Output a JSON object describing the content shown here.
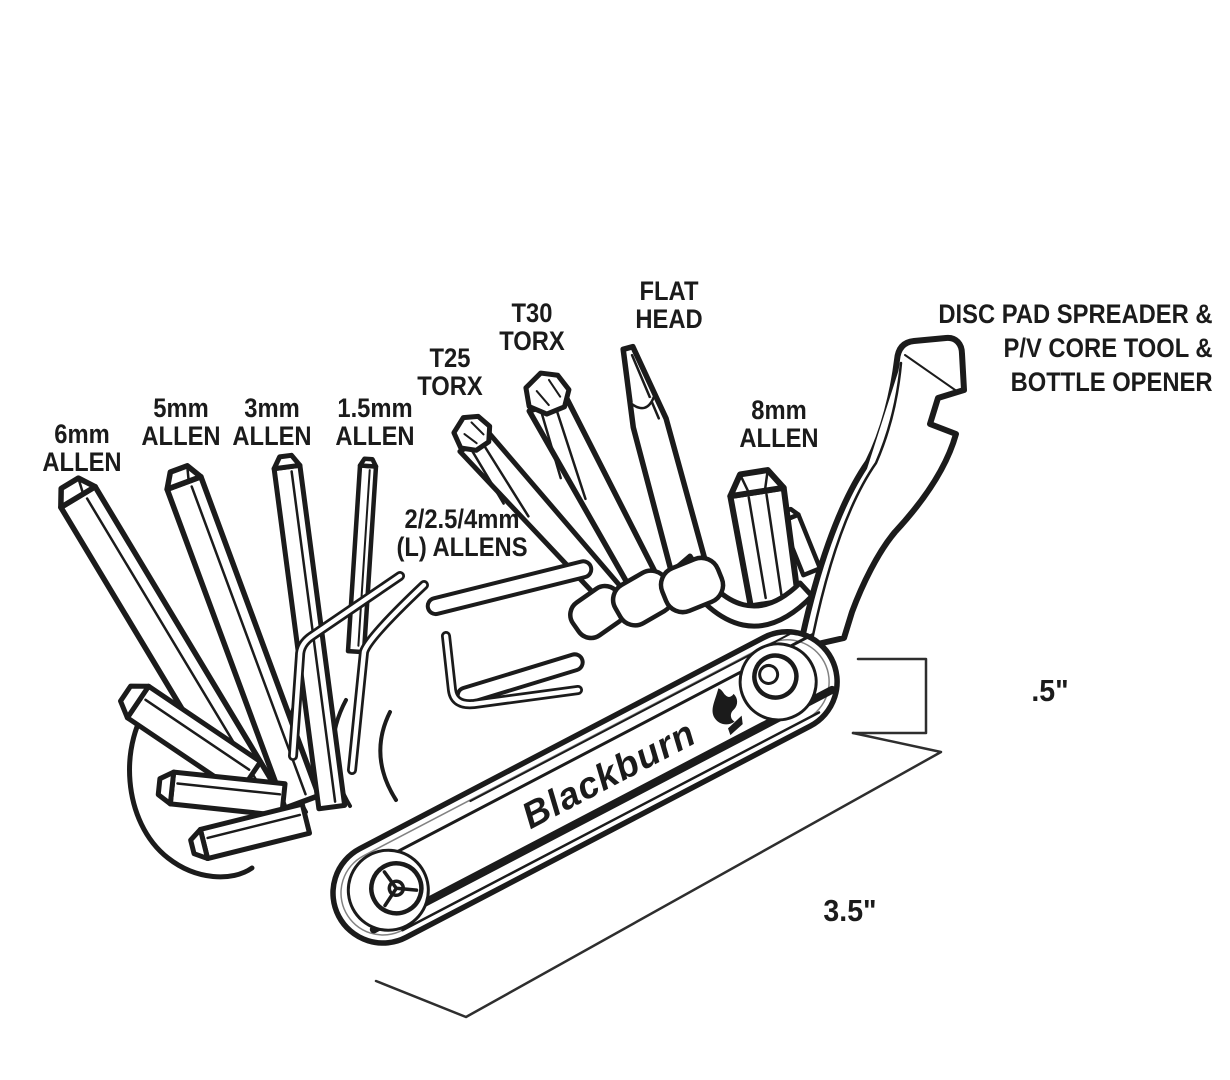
{
  "figure": {
    "background_color": "#ffffff",
    "line_color": "#1b1b1b",
    "brand": "Blackburn",
    "labels": {
      "allen_6": {
        "line1": "6mm",
        "line2": "ALLEN"
      },
      "allen_5": {
        "line1": "5mm",
        "line2": "ALLEN"
      },
      "allen_3": {
        "line1": "3mm",
        "line2": "ALLEN"
      },
      "allen_1_5": {
        "line1": "1.5mm",
        "line2": "ALLEN"
      },
      "torx_t25": {
        "line1": "T25",
        "line2": "TORX"
      },
      "torx_t30": {
        "line1": "T30",
        "line2": "TORX"
      },
      "flat_head": {
        "line1": "FLAT",
        "line2": "HEAD"
      },
      "allen_8": {
        "line1": "8mm",
        "line2": "ALLEN"
      },
      "l_allens": {
        "line1": "2/2.5/4mm",
        "line2": "(L) ALLENS"
      },
      "combo_tool": {
        "line1": "DISC PAD SPREADER &",
        "line2": "P/V CORE TOOL &",
        "line3": "BOTTLE OPENER"
      }
    },
    "dimensions": {
      "thickness": ".5\"",
      "length": "3.5\""
    }
  }
}
